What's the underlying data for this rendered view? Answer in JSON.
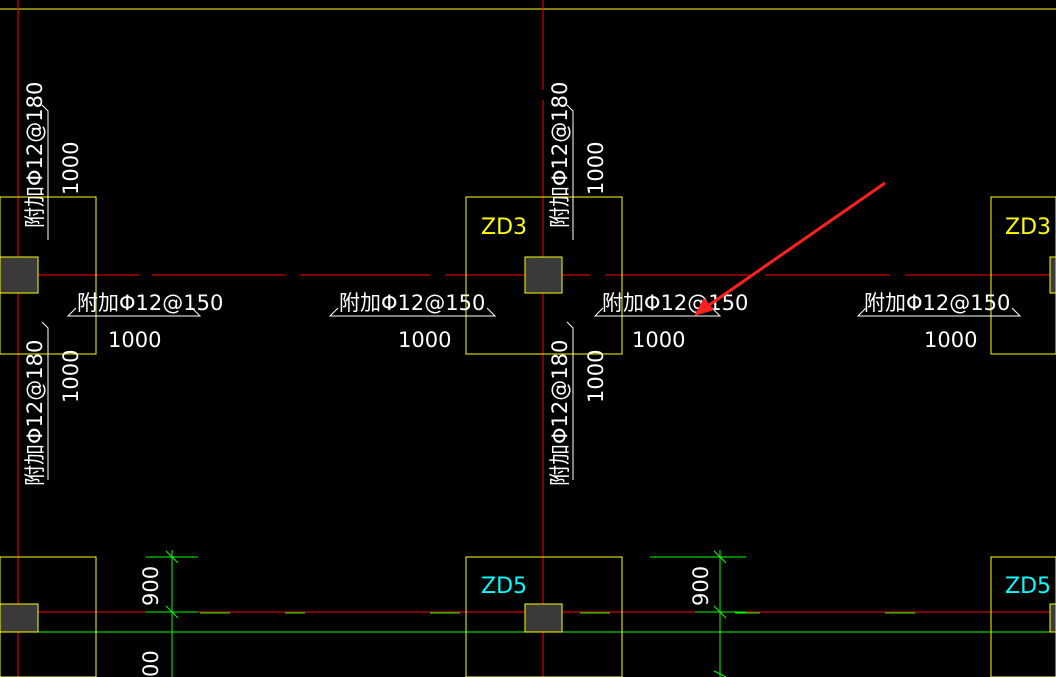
{
  "drawing": {
    "colors": {
      "background": "#000000",
      "axis_line": "#ff0000",
      "column_outline": "#ffff00",
      "annotation_text": "#ffffff",
      "label_zd3": "#ffff00",
      "label_zd5": "#00ffff",
      "dimension": "#00ff00",
      "column_fill": "#3a3a3a",
      "pointer_arrow": "#ff2020"
    },
    "column_labels": {
      "zd3": "ZD3",
      "zd5": "ZD5"
    },
    "rebar": {
      "horizontal": "附加Φ12@150",
      "vertical": "附加Φ12@180",
      "length": "1000"
    },
    "dimensions": {
      "spacing": "900",
      "spacing_cut": "00"
    }
  }
}
